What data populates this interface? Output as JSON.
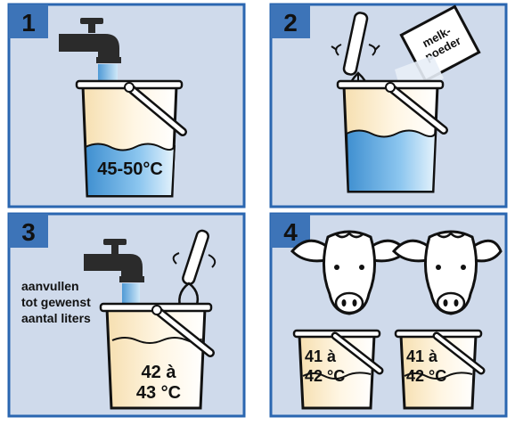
{
  "panels": [
    {
      "number": "1",
      "temperature": "45-50°C"
    },
    {
      "number": "2",
      "packet_label_line1": "melk-",
      "packet_label_line2": "poeder"
    },
    {
      "number": "3",
      "instruction_line1": "aanvullen",
      "instruction_line2": "tot gewenst",
      "instruction_line3": "aantal liters",
      "temperature_line1": "42 à",
      "temperature_line2": "43 °C"
    },
    {
      "number": "4",
      "temperature_left_line1": "41 à",
      "temperature_left_line2": "42 °C",
      "temperature_right_line1": "41 à",
      "temperature_right_line2": "42 °C"
    }
  ],
  "colors": {
    "panel_bg": "#cfdaeb",
    "panel_border": "#2a66b0",
    "badge_bg": "#3d74b8",
    "bucket_fill": "#fbeed2",
    "water": "#5da6db",
    "faucet": "#2b2b2b"
  }
}
